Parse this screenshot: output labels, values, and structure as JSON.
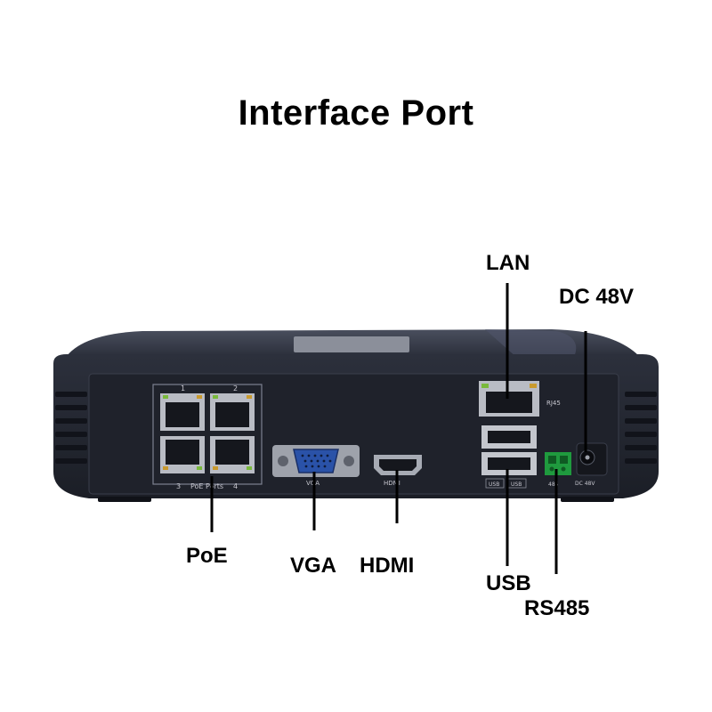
{
  "title": "Interface Port",
  "device": {
    "poe_block_label": "PoE Ports",
    "poe_port_numbers": [
      "1",
      "2",
      "3",
      "4"
    ],
    "vga_label": "VGA",
    "hdmi_label": "HDMI",
    "rj45_label": "RJ45",
    "usb_label": "USB",
    "rs485_label": "485",
    "dc_label": "DC 48V"
  },
  "callouts": {
    "lan": "LAN",
    "dc": "DC 48V",
    "poe": "PoE",
    "vga": "VGA",
    "hdmi": "HDMI",
    "usb": "USB",
    "rs485": "RS485"
  },
  "colors": {
    "body": "#262a36",
    "panel": "#1d2029",
    "led_green": "#79b93c",
    "led_amber": "#c99a2e",
    "vga_blue": "#2a52a8",
    "terminal_green": "#1f9a3e"
  }
}
